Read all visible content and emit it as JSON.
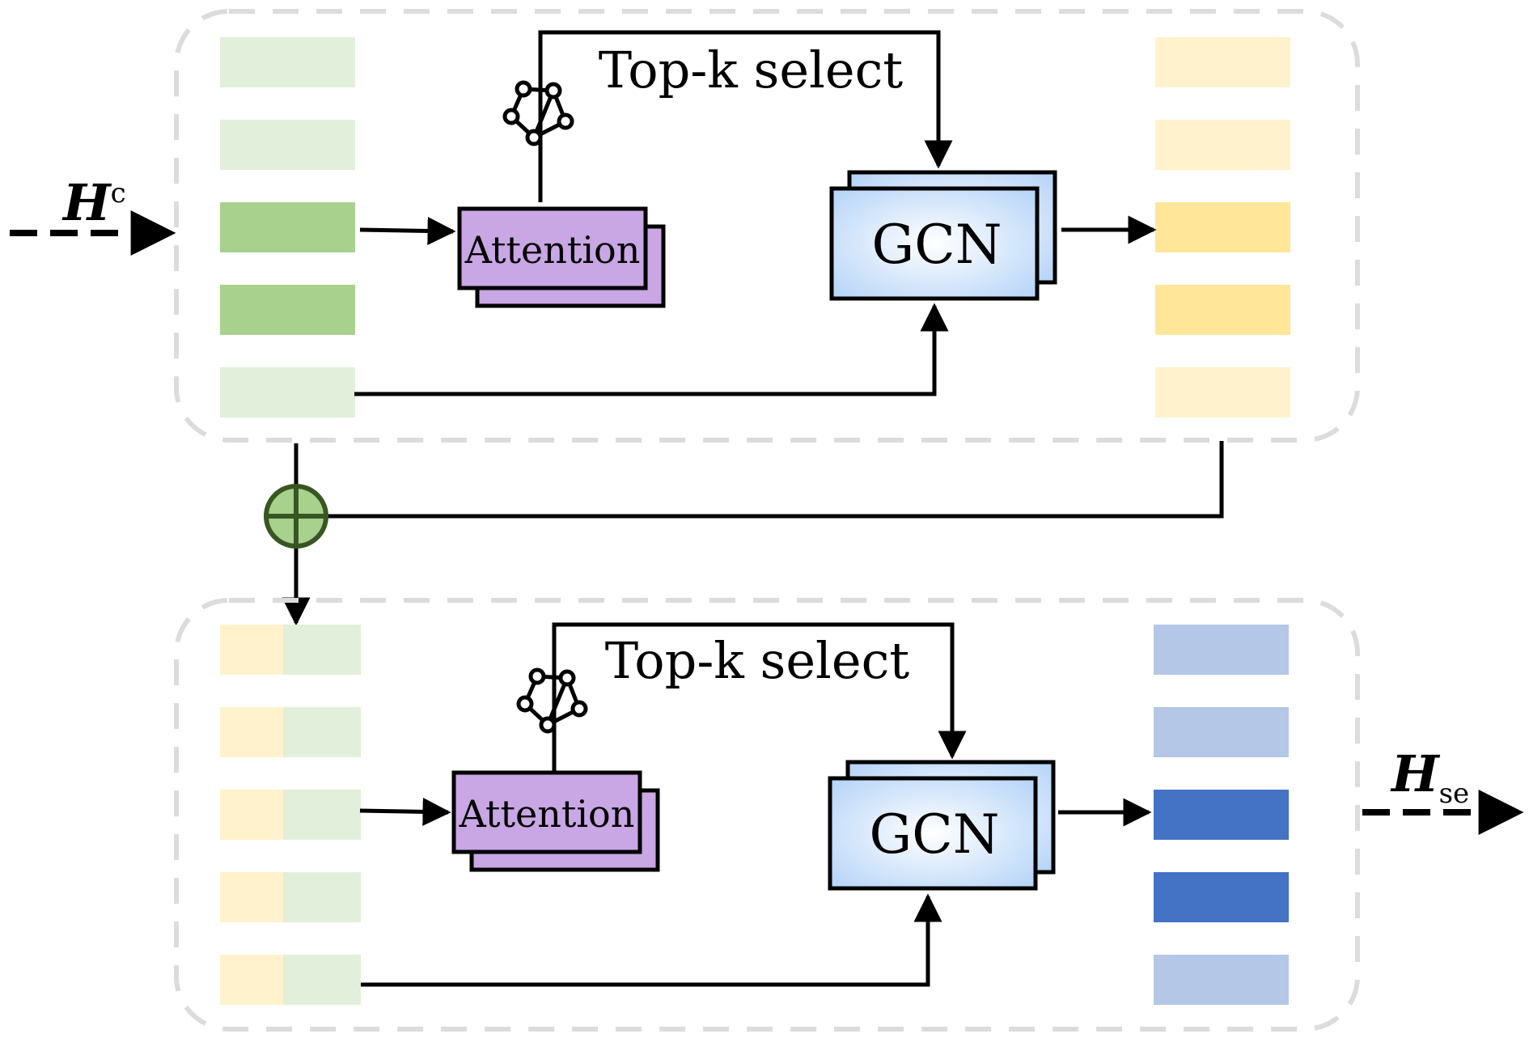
{
  "labels": {
    "input_main": "H",
    "input_sup": "c",
    "output_main": "H",
    "output_sub": "se",
    "topk": "Top-k select",
    "attention": "Attention",
    "gcn": "GCN"
  },
  "colors": {
    "green_light": "#e2efda",
    "green_dark": "#a9d18e",
    "yellow_light": "#fff2cc",
    "yellow_dark": "#ffe699",
    "blue_light": "#b4c7e7",
    "blue_dark": "#4472c4",
    "attention_fill": "#c9a6e4",
    "gcn_fill": "#cfe3fb",
    "sum_fill": "#a9d18e",
    "sum_stroke": "#375623",
    "dashed_border": "#d9d9d9"
  },
  "modules": [
    {
      "input_tokens": [
        "green_light",
        "green_light",
        "green_dark",
        "green_dark",
        "green_light"
      ],
      "output_tokens": [
        "yellow_light",
        "yellow_light",
        "yellow_dark",
        "yellow_dark",
        "yellow_light"
      ]
    },
    {
      "input_tokens": [
        "yellow_light|green_light",
        "yellow_light|green_light",
        "yellow_light|green_light",
        "yellow_light|green_light",
        "yellow_light|green_light"
      ],
      "output_tokens": [
        "blue_light",
        "blue_light",
        "blue_dark",
        "blue_dark",
        "blue_light"
      ]
    }
  ]
}
